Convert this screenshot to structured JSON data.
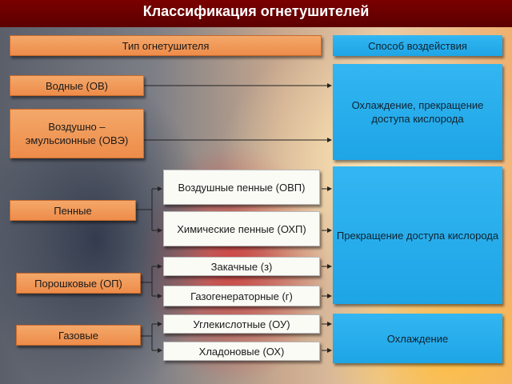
{
  "title": "Классификация огнетушителей",
  "headers": {
    "type": "Тип огнетушителя",
    "method": "Способ воздействия"
  },
  "types": {
    "water": "Водные (ОВ)",
    "air_emulsion": "Воздушно – эмульсионные (ОВЭ)",
    "foam": "Пенные",
    "powder": "Порошковые (ОП)",
    "gas": "Газовые"
  },
  "subtypes": {
    "air_foam": "Воздушные пенные (ОВП)",
    "chem_foam": "Химические пенные (ОХП)",
    "charged": "Закачные (з)",
    "gas_gen": "Газогенераторные (г)",
    "co2": "Углекислотные (ОУ)",
    "halon": "Хладоновые (ОХ)"
  },
  "methods": {
    "cool_and_block": "Охлаждение, прекращение доступа кислорода",
    "block_oxygen": "Прекращение доступа кислорода",
    "cooling": "Охлаждение"
  },
  "colors": {
    "title_bar": "#6b0000",
    "type_box": "#ef9050",
    "method_box": "#1ea5e6",
    "subtype_box": "#fbfbf6"
  }
}
